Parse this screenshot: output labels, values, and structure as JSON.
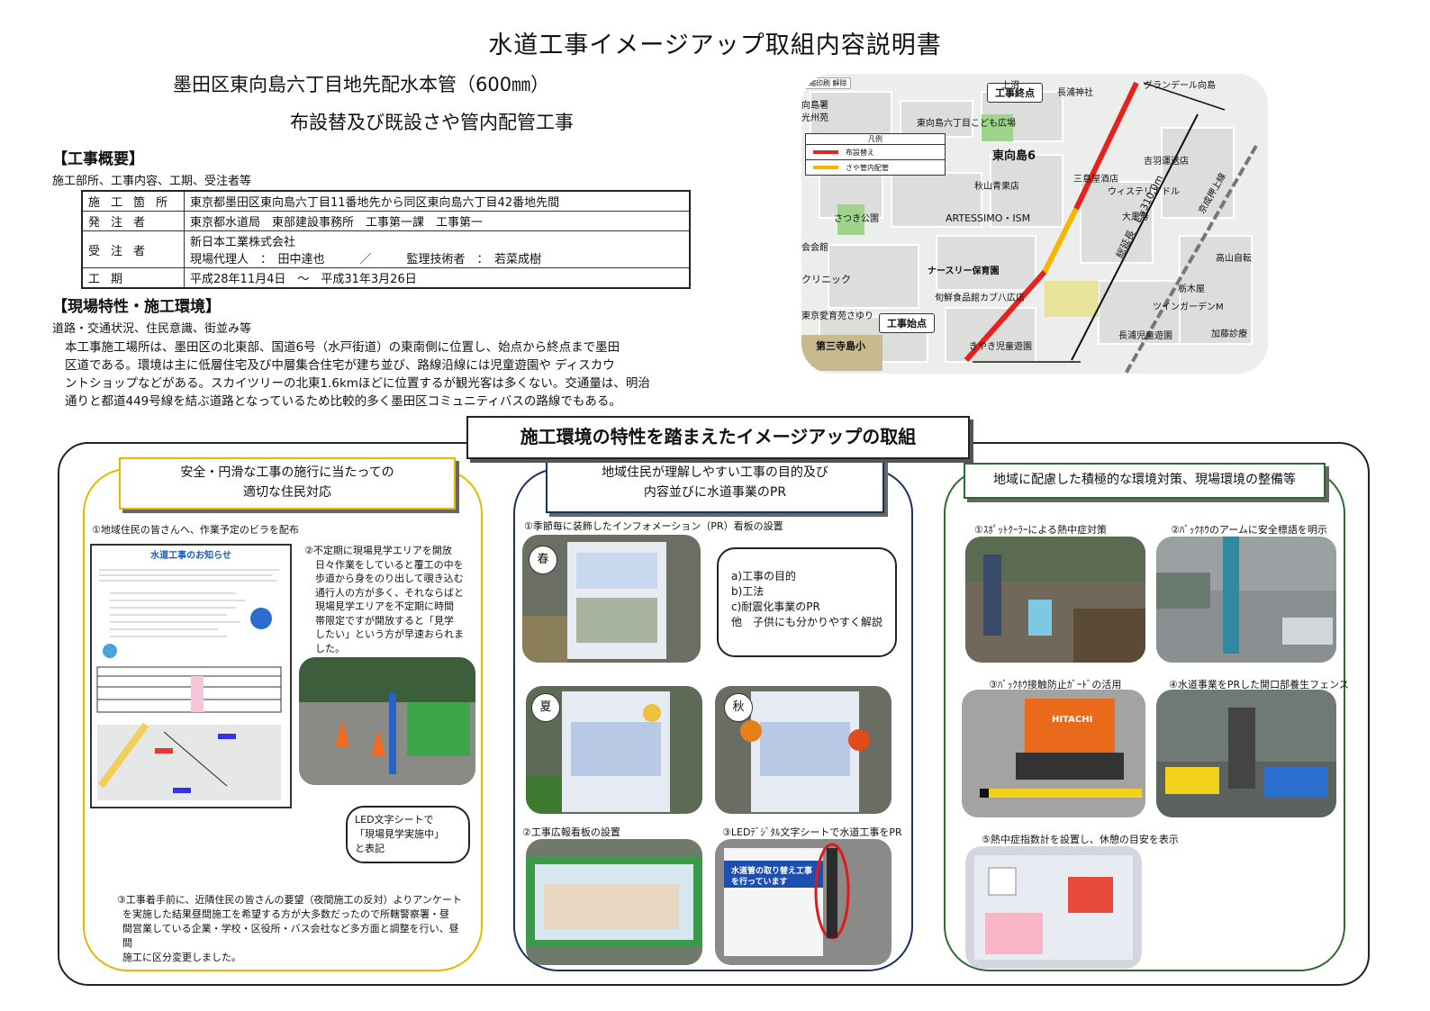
{
  "title": "水道工事イメージアップ取組内容説明書",
  "subtitle_line1": "墨田区東向島六丁目地先配水本管（600㎜）",
  "subtitle_line2": "布設替及び既設さや管内配管工事",
  "overview": {
    "heading": "【工事概要】",
    "intro": "施工部所、工事内容、工期、受注者等",
    "rows": [
      {
        "key": "施工箇所",
        "value": "東京都墨田区東向島六丁目11番地先から同区東向島六丁目42番地先間"
      },
      {
        "key": "発注者",
        "value": "東京都水道局　東部建設事務所　工事第一課　工事第一"
      },
      {
        "key": "受注者",
        "value": "新日本工業株式会社",
        "value2": "現場代理人　：　田中達也　　　／　　　監理技術者　：　若菜成樹"
      },
      {
        "key": "工期",
        "value": "平成28年11月4日　～　平成31年3月26日"
      }
    ]
  },
  "site": {
    "heading": "【現場特性・施工環境】",
    "intro": "道路・交通状況、住民意識、街並み等",
    "lines": [
      "本工事施工場所は、墨田区の北東部、国道6号（水戸街道）の東南側に位置し、始点から終点まで墨田",
      "区道である。環境は主に低層住宅及び中層集合住宅が建ち並び、路線沿線には児童遊園や ディスカウ",
      "ントショップなどがある。スカイツリーの北東1.6kmほどに位置するが観光客は多くない。交通量は、明治",
      "通りと都道449号線を結ぶ道路となっているため比較的多く墨田区コミュニティバスの路線でもある。"
    ]
  },
  "map": {
    "end_label": "工事終点",
    "start_label": "工事始点",
    "legend_title": "凡例",
    "legend_items": [
      "布設替え",
      "さや管内配管"
    ],
    "legend_colors": [
      "#e8211c",
      "#f7b500"
    ],
    "length_label": "総延長　L=310.0m",
    "places": [
      "グランデール向島",
      "東向島六丁目こども広場",
      "東向島6",
      "長浦神社",
      "吉羽運送店",
      "三島屋酒店",
      "ウィステリアドル",
      "秋山青果店",
      "ARTESSIMO・ISM",
      "大黒寿",
      "さつき公園",
      "ナースリー保育園",
      "旬鮮食品館カブ八広店",
      "東京愛育苑さゆり",
      "第三寺島小",
      "きやき児童遊園",
      "長浦児童遊園",
      "ツインガーデンM",
      "栃木屋",
      "高山自転",
      "加藤診療",
      "京成押上線",
      "クリニック",
      "会会館",
      "光州苑",
      "向島署",
      "上沼"
    ],
    "toolbar": [
      "縮印刷",
      "解除"
    ]
  },
  "banner": "施工環境の特性を踏まえたイメージアップの取組",
  "col1": {
    "header_line1": "安全・円滑な工事の施行に当たっての",
    "header_line2": "適切な住民対応",
    "item1": "①地域住民の皆さんへ、作業予定のビラを配布",
    "flyer_title": "水道工事のお知らせ",
    "item2_lines": [
      "②不定期に現場見学エリアを開放",
      "日々作業をしていると覆工の中を",
      "歩道から身をのり出して覗き込む",
      "通行人の方が多く、それならばと",
      "現場見学エリアを不定期に時間",
      "帯限定ですが開放すると「見学",
      "したい」という方が早速おられま",
      "した。"
    ],
    "callout_lines": [
      "LED文字シートで",
      "「現場見学実施中」",
      "と表記"
    ],
    "item3_lines": [
      "③工事着手前に、近隣住民の皆さんの要望（夜間施工の反対）よりアンケート",
      "を実施した結果昼間施工を希望する方が大多数だったので所轄警察署・昼",
      "間営業している企業・学校・区役所・バス会社など多方面と調整を行い、昼間",
      "施工に区分変更しました。"
    ]
  },
  "col2": {
    "header_line1": "地域住民が理解しやすい工事の目的及び",
    "header_line2": "内容並びに水道事業のPR",
    "item1": "①季節毎に装飾したインフォメーション（PR）看板の設置",
    "seasons": [
      "春",
      "夏",
      "秋"
    ],
    "callout_lines": [
      "a)工事の目的",
      "b)工法",
      "c)耐震化事業のPR",
      "他　子供にも分かりやすく解説"
    ],
    "item2": "②工事広報看板の設置",
    "item3": "③LEDﾃﾞｼﾞﾀﾙ文字シートで水道工事をPR",
    "sign_text": "水道管の取り替え工事を行っています"
  },
  "col3": {
    "header": "地域に配慮した積極的な環境対策、現場環境の整備等",
    "item1": "①ｽﾎﾟｯﾄｸｰﾗｰによる熱中症対策",
    "item2": "②ﾊﾞｯｸﾎｳのアームに安全標語を明示",
    "item3": "③ﾊﾞｯｸﾎｳ接触防止ｶﾞｰﾄﾞの活用",
    "item4": "④水道事業をPRした開口部養生フェンス",
    "item5": "⑤熱中症指数計を設置し、休憩の目安を表示",
    "brand": "HITACHI"
  }
}
